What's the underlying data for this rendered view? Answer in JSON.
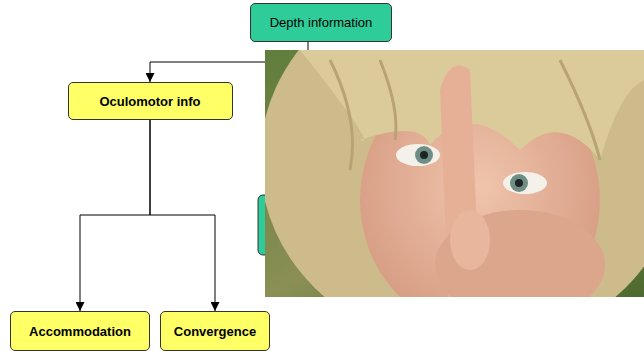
{
  "diagram": {
    "nodes": [
      {
        "text": [
          "Depth information"
        ]
      },
      {
        "text": [
          "Oculomotor info"
        ]
      },
      {
        "text": [
          "Accommodation"
        ]
      },
      {
        "text": [
          "Convergence"
        ]
      }
    ],
    "edges": [
      {
        "from": 0,
        "to": 1,
        "arrow": "to"
      },
      {
        "from": 1,
        "to": 2,
        "arrow": "to"
      },
      {
        "from": 1,
        "to": 3,
        "arrow": "to"
      }
    ]
  }
}
